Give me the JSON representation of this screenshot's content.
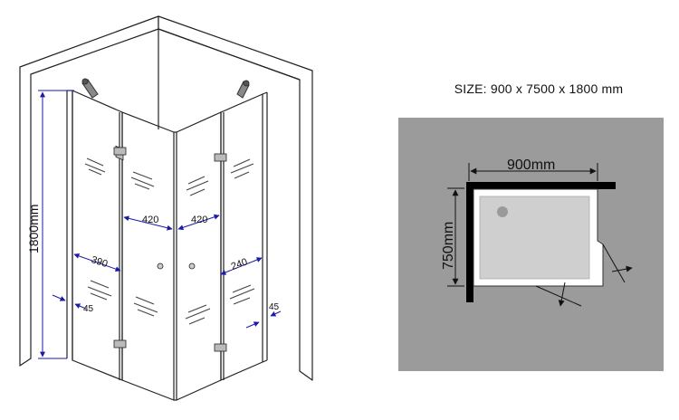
{
  "size_title": "SIZE: 900 x 7500 x 1800 mm",
  "iso_view": {
    "height_label": "1800mm",
    "dims": {
      "d390": "390",
      "d420_left": "420",
      "d420_right": "420",
      "d240": "240",
      "d45_left": "45",
      "d45_right": "45"
    }
  },
  "floor_plan": {
    "width_label": "900mm",
    "depth_label": "750mm"
  },
  "colors": {
    "line": "#222222",
    "dimension": "#1a1aa8",
    "floor_bg": "#9b9b9b",
    "wall": "#000000"
  }
}
